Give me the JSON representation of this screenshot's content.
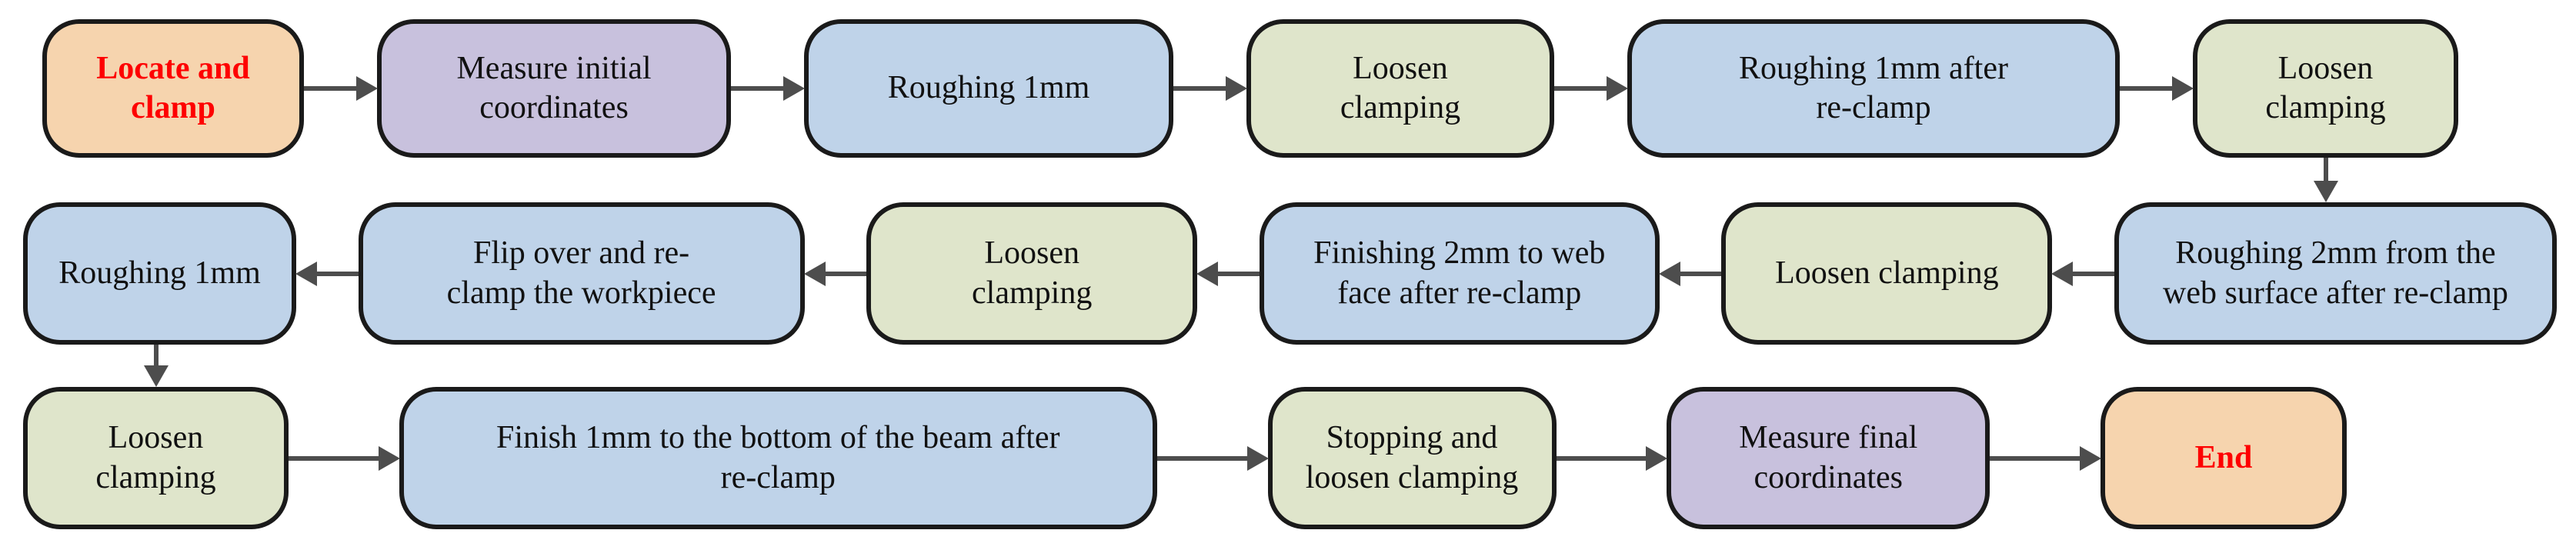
{
  "colors": {
    "background": "#ffffff",
    "border": "#1a1a1a",
    "arrow": "#4d4d4d"
  },
  "palette": {
    "terminal": {
      "fill": "#f6d4ae",
      "text": "#fe0000",
      "bold": true
    },
    "measure": {
      "fill": "#c8c1dd",
      "text": "#111111",
      "bold": false
    },
    "process": {
      "fill": "#bfd3e9",
      "text": "#111111",
      "bold": false
    },
    "clamp": {
      "fill": "#dfe5cb",
      "text": "#111111",
      "bold": false
    }
  },
  "rows": [
    {
      "direction": "right",
      "nodes": [
        {
          "label": "Locate and\nclamp",
          "type": "terminal"
        },
        {
          "label": "Measure initial\ncoordinates",
          "type": "measure"
        },
        {
          "label": "Roughing 1mm",
          "type": "process"
        },
        {
          "label": "Loosen\nclamping",
          "type": "clamp"
        },
        {
          "label": "Roughing 1mm after\nre-clamp",
          "type": "process"
        },
        {
          "label": "Loosen\nclamping",
          "type": "clamp"
        }
      ]
    },
    {
      "direction": "left",
      "nodes": [
        {
          "label": "Roughing 1mm",
          "type": "process"
        },
        {
          "label": "Flip over and re-\nclamp the workpiece",
          "type": "process"
        },
        {
          "label": "Loosen\nclamping",
          "type": "clamp"
        },
        {
          "label": "Finishing 2mm to web\nface after re-clamp",
          "type": "process"
        },
        {
          "label": "Loosen clamping",
          "type": "clamp"
        },
        {
          "label": "Roughing 2mm from the\nweb surface after re-clamp",
          "type": "process"
        }
      ]
    },
    {
      "direction": "right",
      "nodes": [
        {
          "label": "Loosen\nclamping",
          "type": "clamp"
        },
        {
          "label": "Finish 1mm to the bottom of the beam after\nre-clamp",
          "type": "process"
        },
        {
          "label": "Stopping and\nloosen clamping",
          "type": "clamp"
        },
        {
          "label": "Measure final\ncoordinates",
          "type": "measure"
        },
        {
          "label": "End",
          "type": "terminal"
        }
      ]
    }
  ],
  "connectors": [
    {
      "from_row": 0,
      "from_node": 5,
      "to_row": 1,
      "to_node": 5,
      "direction": "down"
    },
    {
      "from_row": 1,
      "from_node": 0,
      "to_row": 2,
      "to_node": 0,
      "direction": "down"
    }
  ]
}
